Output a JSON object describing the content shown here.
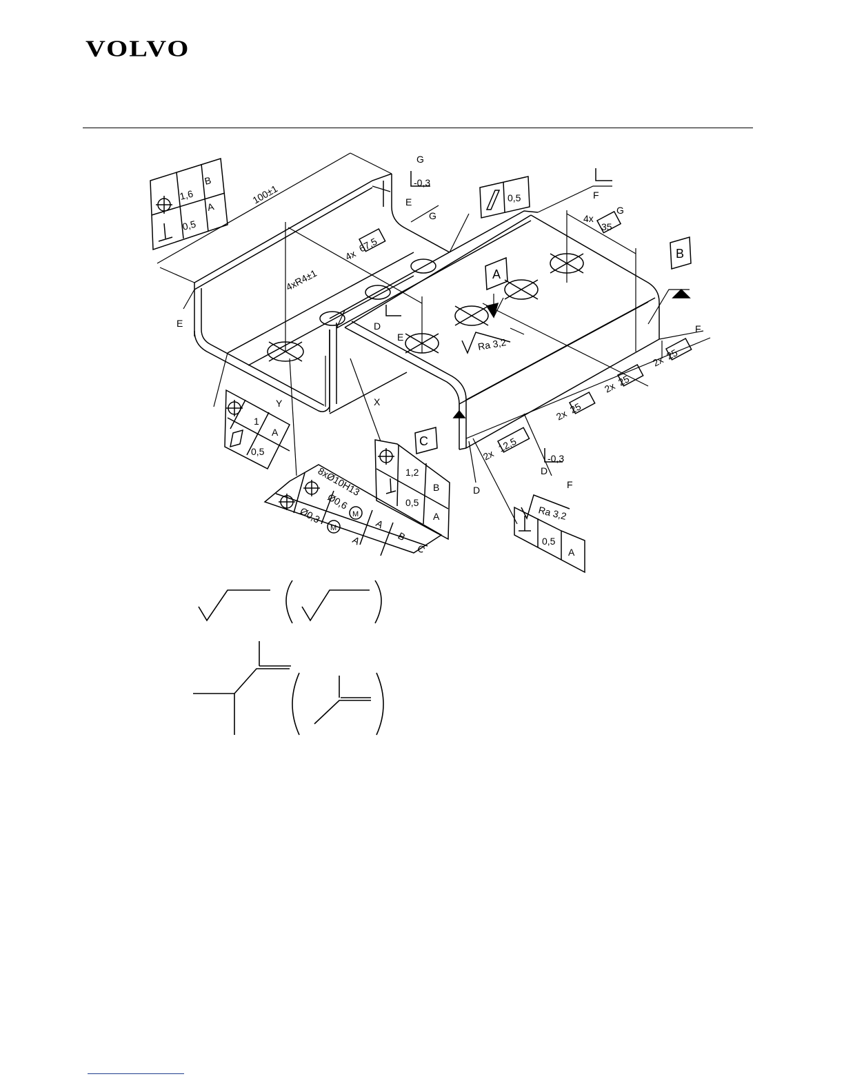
{
  "header": {
    "logo_text": "VOLVO"
  },
  "drawing": {
    "fcf_topleft": {
      "row1_value": "1,6",
      "row1_datum": "B",
      "row2_value": "0,5",
      "row2_datum": "A"
    },
    "dim_length": "100±1",
    "label_G": "G",
    "flat_top": {
      "value": "-0,3",
      "refs": "E",
      "refs2": "G"
    },
    "flat_right": {
      "refs": "F",
      "refs2": "G"
    },
    "flatness_fcf": {
      "value": "0,5"
    },
    "dim_67": {
      "prefix": "4x",
      "value": "67,5"
    },
    "dim_35": {
      "prefix": "4x",
      "value": "35"
    },
    "datum_A": "A",
    "datum_B": "B",
    "datum_C": "C",
    "radius": "4xR4±1",
    "flat_mid": {
      "refs": "D",
      "refs2": "E"
    },
    "roughness_mid": "Ra 3,2",
    "label_E": "E",
    "label_F": "F",
    "label_D": "D",
    "label_X": "X",
    "label_Y": "Y",
    "fcf_left": {
      "row1_value": "1",
      "row1_datum": "A",
      "row2_value": "0,5"
    },
    "holes": {
      "spec": "8xØ10H13",
      "row1_value": "Ø0,6",
      "row1_mod": "M",
      "row1_datum": "A",
      "row2_value": "Ø0,3",
      "row2_mod": "M",
      "row2_datum1": "A",
      "row2_datum2": "B",
      "row2_datum3": "C"
    },
    "fcf_mid": {
      "row1_value": "1,2",
      "row1_datum": "B",
      "row2_value": "0,5",
      "row2_datum": "A"
    },
    "dim_12": {
      "prefix": "2x",
      "value": "12,5"
    },
    "dim_25a": {
      "prefix": "2x",
      "value": "25"
    },
    "dim_25b": {
      "prefix": "2x",
      "value": "25"
    },
    "dim_25c": {
      "prefix": "2x",
      "value": "25"
    },
    "flat_bottom": {
      "value": "-0,3",
      "refs": "D",
      "refs2": "F"
    },
    "fcf_bottom": {
      "roughness": "Ra 3,2",
      "value": "0,5",
      "datum": "A"
    }
  }
}
